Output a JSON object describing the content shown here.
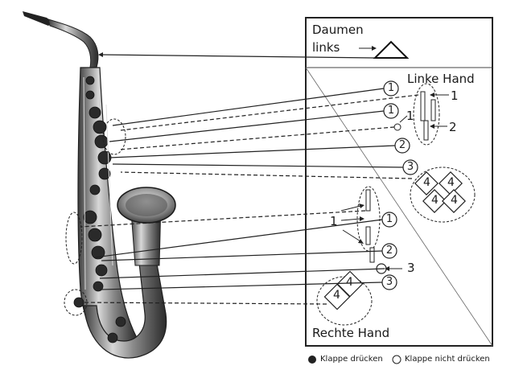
{
  "panel": {
    "thumb_label_line1": "Daumen",
    "thumb_label_line2": "links",
    "left_hand_title": "Linke Hand",
    "right_hand_title": "Rechte Hand"
  },
  "left_hand": {
    "finger1_top": "1",
    "finger1_second": "1",
    "finger2": "2",
    "finger3": "3",
    "key_label_1": "1",
    "key_label_1b": "1",
    "key_label_2": "2",
    "pinky_keys": [
      "4",
      "4",
      "4",
      "4"
    ]
  },
  "right_hand": {
    "finger1": "1",
    "finger2": "2",
    "finger3": "3",
    "key_label_1": "1",
    "key_label_3": "3",
    "pinky_keys": [
      "4",
      "4"
    ]
  },
  "legend": {
    "pressed": "Klappe drücken",
    "not_pressed": "Klappe nicht drücken"
  }
}
